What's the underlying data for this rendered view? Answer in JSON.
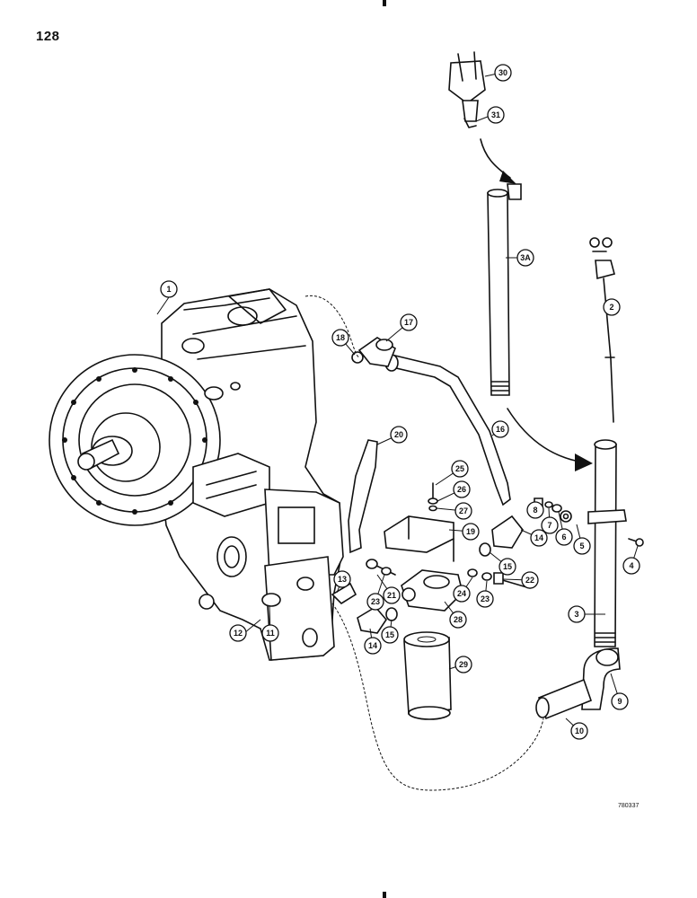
{
  "page_number": "128",
  "drawing_code": "780337",
  "callouts": [
    "1",
    "2",
    "3",
    "3A",
    "4",
    "5",
    "6",
    "7",
    "8",
    "9",
    "10",
    "11",
    "12",
    "13",
    "14",
    "14",
    "15",
    "15",
    "16",
    "17",
    "18",
    "19",
    "20",
    "21",
    "22",
    "23",
    "23",
    "24",
    "25",
    "26",
    "27",
    "28",
    "29",
    "30",
    "31"
  ]
}
